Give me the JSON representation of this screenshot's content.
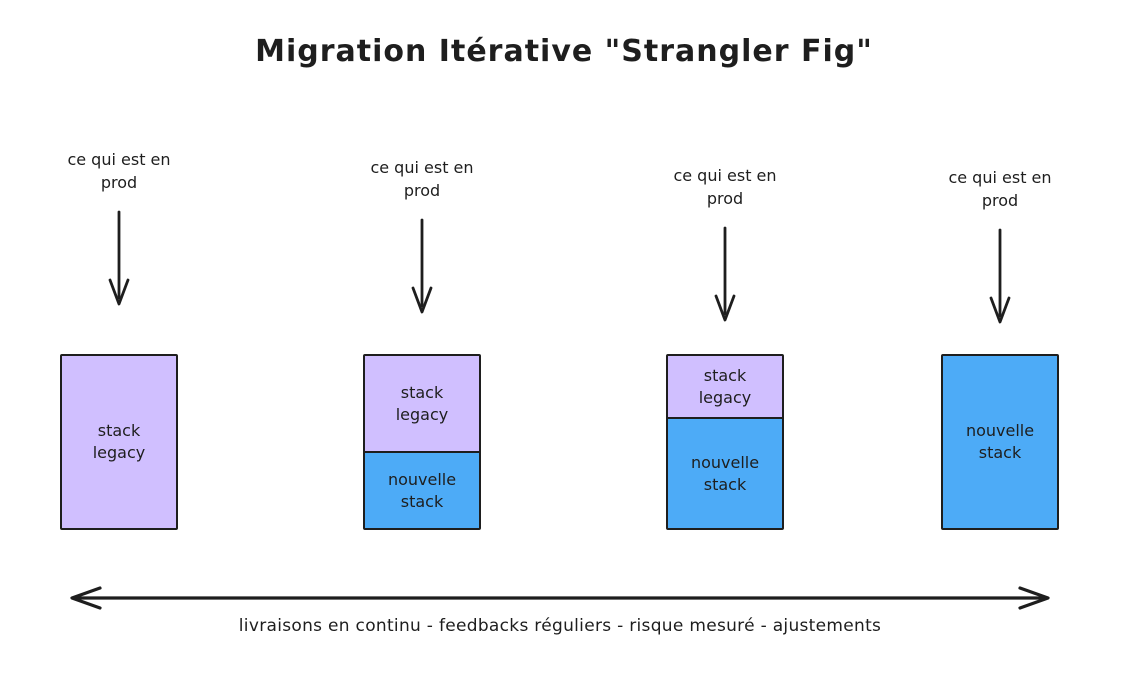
{
  "title": "Migration Itérative \"Strangler Fig\"",
  "colors": {
    "legacy_fill": "#d0bfff",
    "new_fill": "#4dabf7",
    "stroke": "#1e1e1e",
    "background": "#ffffff",
    "text": "#1e1e1e"
  },
  "stages": [
    {
      "prod_label": "ce qui est en prod",
      "segments": [
        {
          "label": "stack legacy",
          "kind": "legacy",
          "portion": 1.0
        }
      ]
    },
    {
      "prod_label": "ce qui est en prod",
      "segments": [
        {
          "label": "stack legacy",
          "kind": "legacy",
          "portion": 0.56
        },
        {
          "label": "nouvelle stack",
          "kind": "new",
          "portion": 0.44
        }
      ]
    },
    {
      "prod_label": "ce qui est en prod",
      "segments": [
        {
          "label": "stack legacy",
          "kind": "legacy",
          "portion": 0.36
        },
        {
          "label": "nouvelle stack",
          "kind": "new",
          "portion": 0.64
        }
      ]
    },
    {
      "prod_label": "ce qui est en prod",
      "segments": [
        {
          "label": "nouvelle stack",
          "kind": "new",
          "portion": 1.0
        }
      ]
    }
  ],
  "timeline": {
    "caption": "livraisons en continu - feedbacks réguliers - risque mesuré - ajustements"
  },
  "icons": {
    "down_arrow": "down-arrow-icon",
    "double_arrow": "double-headed-arrow-icon"
  }
}
